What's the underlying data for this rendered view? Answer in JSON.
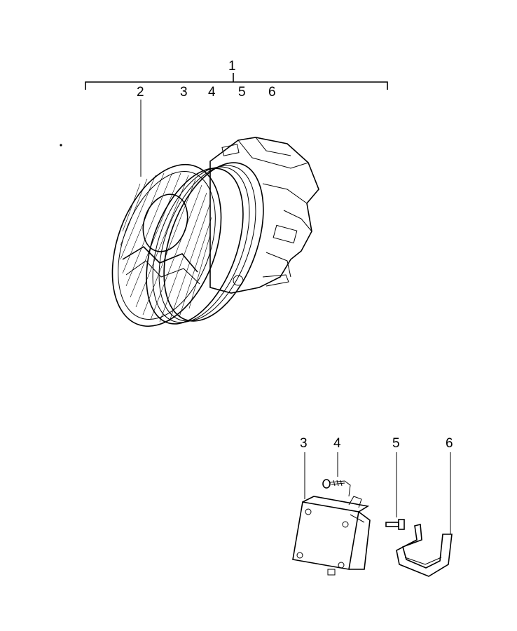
{
  "callouts": {
    "assembly": "1",
    "headlamp_lens": "2",
    "group_3": "3",
    "group_4": "4",
    "group_5": "5",
    "group_6": "6",
    "control_unit": "3",
    "screw": "4",
    "bolt": "5",
    "bracket": "6"
  }
}
